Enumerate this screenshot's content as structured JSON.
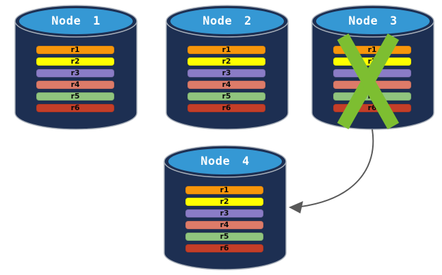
{
  "palette": {
    "background": "#ffffff",
    "cylinder_body": "#1d2f52",
    "cylinder_top": "#3598d4",
    "outline": "#a9b0ba",
    "failure_x": "#7dbe31",
    "arrow": "#595959",
    "title_text": "#ffffff",
    "bar_text": "#0b0b0b"
  },
  "nodes": [
    {
      "title": "Node 1",
      "failed": false,
      "replicas": [
        {
          "label": "r1",
          "color": "#f7960b"
        },
        {
          "label": "r2",
          "color": "#ffff00"
        },
        {
          "label": "r3",
          "color": "#8a7cc6"
        },
        {
          "label": "r4",
          "color": "#dd7b69"
        },
        {
          "label": "r5",
          "color": "#90c57e"
        },
        {
          "label": "r6",
          "color": "#c43e28"
        }
      ]
    },
    {
      "title": "Node 2",
      "failed": false,
      "replicas": [
        {
          "label": "r1",
          "color": "#f7960b"
        },
        {
          "label": "r2",
          "color": "#ffff00"
        },
        {
          "label": "r3",
          "color": "#8a7cc6"
        },
        {
          "label": "r4",
          "color": "#dd7b69"
        },
        {
          "label": "r5",
          "color": "#90c57e"
        },
        {
          "label": "r6",
          "color": "#c43e28"
        }
      ]
    },
    {
      "title": "Node 3",
      "failed": true,
      "replicas": [
        {
          "label": "r1",
          "color": "#f7960b"
        },
        {
          "label": "r2",
          "color": "#ffff00"
        },
        {
          "label": "r3",
          "color": "#8a7cc6"
        },
        {
          "label": "r4",
          "color": "#dd7b69"
        },
        {
          "label": "r5",
          "color": "#90c57e"
        },
        {
          "label": "r6",
          "color": "#c43e28"
        }
      ]
    },
    {
      "title": "Node 4",
      "failed": false,
      "replicas": [
        {
          "label": "r1",
          "color": "#f7960b"
        },
        {
          "label": "r2",
          "color": "#ffff00"
        },
        {
          "label": "r3",
          "color": "#8a7cc6"
        },
        {
          "label": "r4",
          "color": "#dd7b69"
        },
        {
          "label": "r5",
          "color": "#90c57e"
        },
        {
          "label": "r6",
          "color": "#c43e28"
        }
      ]
    }
  ],
  "arrow": {
    "from": "Node 3",
    "to": "Node 4"
  }
}
